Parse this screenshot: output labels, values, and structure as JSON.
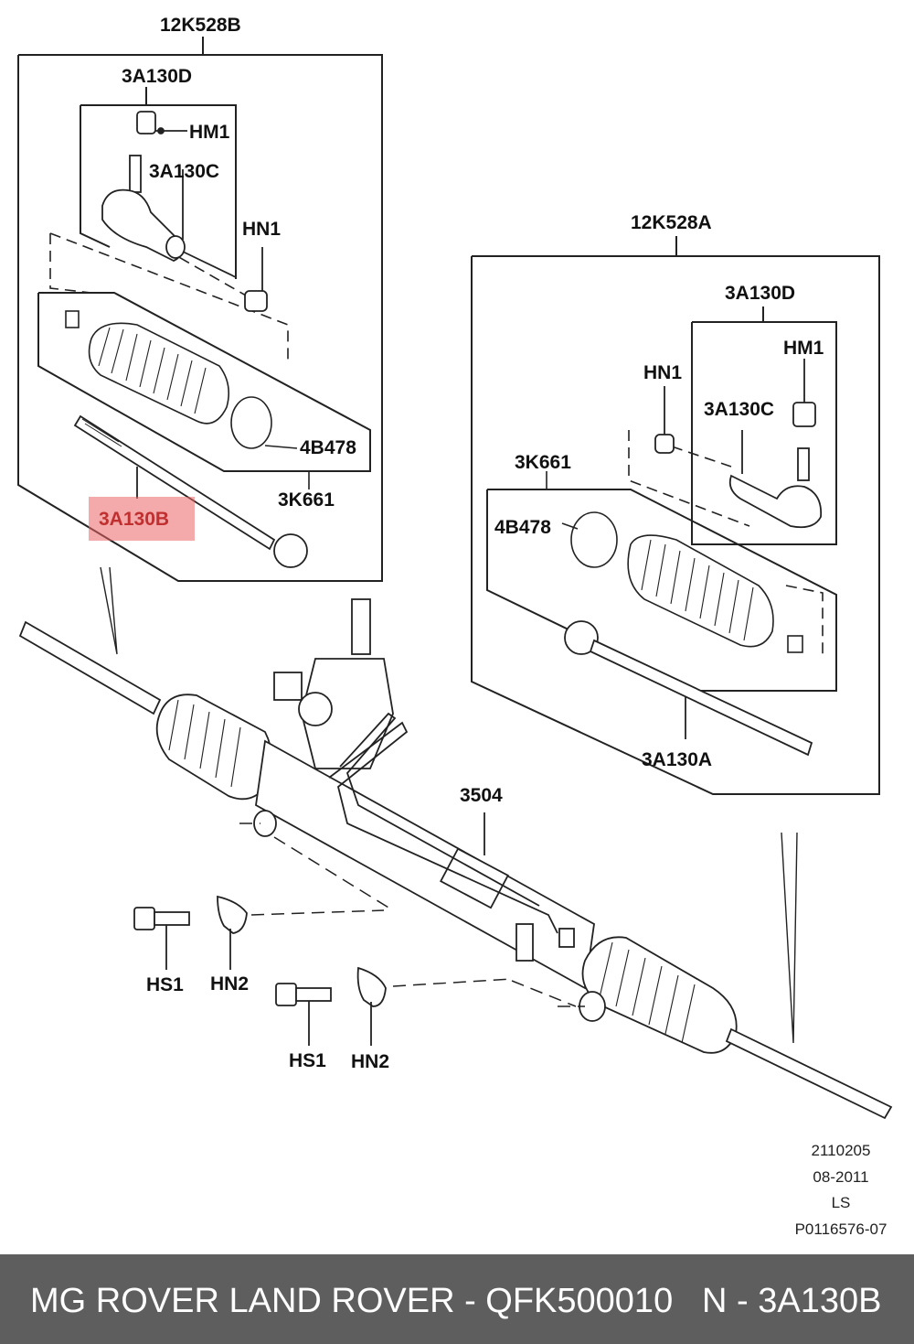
{
  "labels": {
    "assembly_left": "12K528B",
    "end_left": "3A130D",
    "nut_left": "HM1",
    "joint_left": "3A130C",
    "locknut_left": "HN1",
    "clamp_left": "4B478",
    "boot_kit_left": "3K661",
    "inner_rod_left": "3A130B",
    "assembly_right": "12K528A",
    "end_right": "3A130D",
    "nut_right": "HM1",
    "locknut_right": "HN1",
    "joint_right": "3A130C",
    "boot_kit_right": "3K661",
    "clamp_right": "4B478",
    "inner_rod_right": "3A130A",
    "gear": "3504",
    "bolt_1": "HS1",
    "nut_2a": "HN2",
    "bolt_2": "HS1",
    "nut_2b": "HN2"
  },
  "meta": {
    "code": "2110205",
    "date": "08-2011",
    "initials": "LS",
    "ref": "P0116576-07"
  },
  "footer": {
    "brand_part": "MG ROVER LAND ROVER - QFK500010",
    "oem": "N - 3A130B"
  },
  "colors": {
    "highlight": "#eb6464",
    "footer_bg": "#5e5e5e"
  }
}
